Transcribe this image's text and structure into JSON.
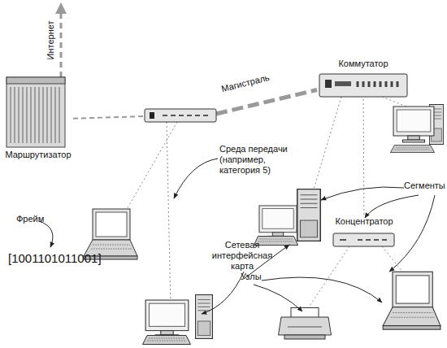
{
  "diagram": {
    "nodes": [
      {
        "text": [
          "Маршрутизатор"
        ]
      },
      {
        "text": [
          "Коммутатор"
        ]
      },
      {
        "text": [
          "Концентратор"
        ]
      }
    ],
    "edges": [
      {
        "from": 0,
        "to": 1,
        "arrow": "none",
        "label": "Магистраль"
      },
      {
        "from": 1,
        "to": 2,
        "arrow": "none"
      }
    ],
    "labels": [
      "Интернет",
      "Среда передачи (например, категория 5)",
      "Сегменты",
      "Фрейм",
      "[1001101011001]",
      "Сетевая интерфейсная карта",
      "Узлы"
    ]
  }
}
